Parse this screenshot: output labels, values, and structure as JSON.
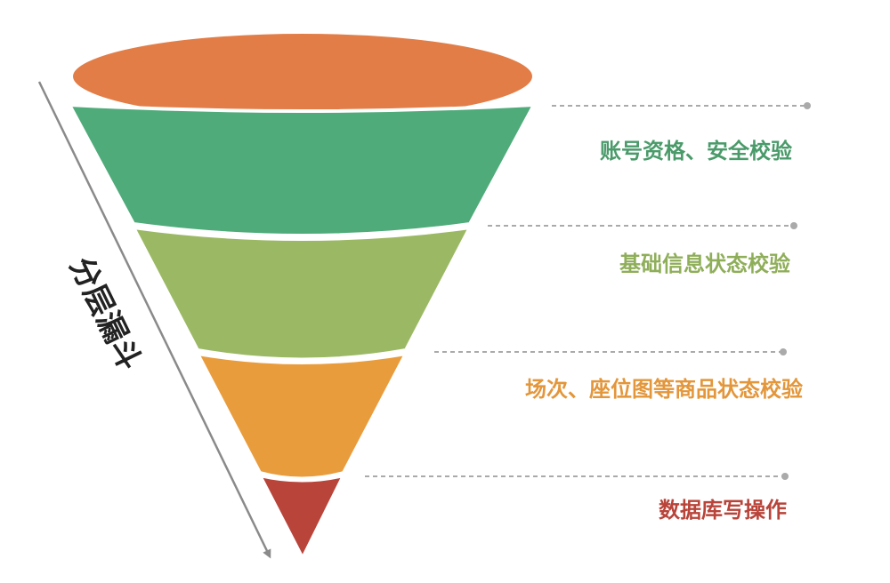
{
  "side_label": "分层漏斗",
  "funnel": {
    "top_color": "#e27d47",
    "layers": [
      {
        "label": "账号资格、安全校验",
        "color": "#4fab7a",
        "text_color": "#4a9a6a"
      },
      {
        "label": "基础信息状态校验",
        "color": "#9bb964",
        "text_color": "#8fae5a"
      },
      {
        "label": "场次、座位图等商品状态校验",
        "color": "#e99c3c",
        "text_color": "#e3963a"
      },
      {
        "label": "数据库写操作",
        "color": "#b8443a",
        "text_color": "#b8443a"
      }
    ],
    "leader_color": "#aaaaaa",
    "arrow_color": "#8a8a8a"
  }
}
